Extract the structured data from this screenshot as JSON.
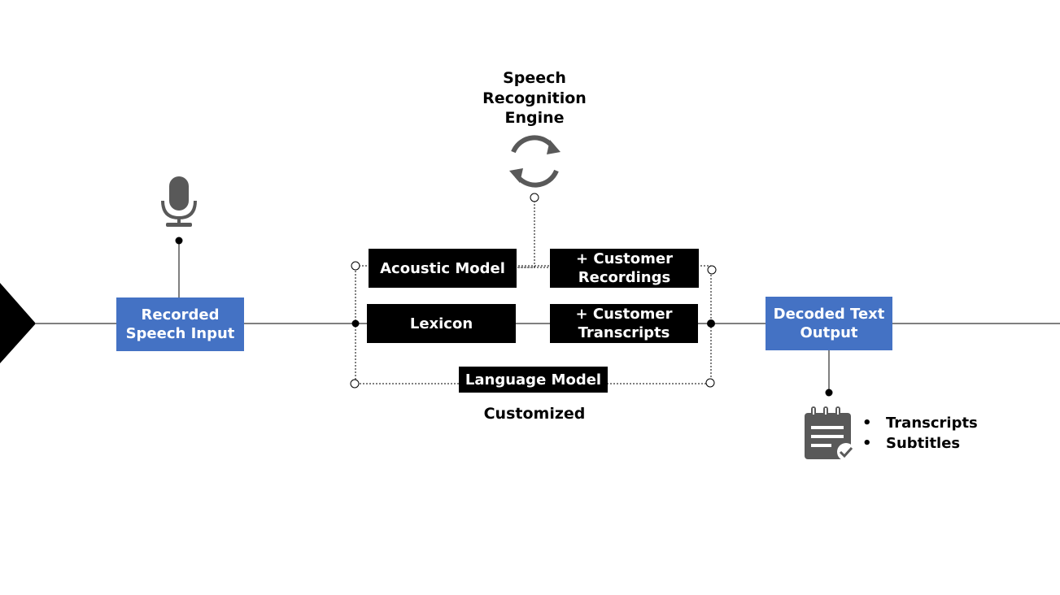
{
  "engine": {
    "title": "Speech\nRecognition\nEngine",
    "icon": "refresh-icon"
  },
  "input": {
    "label": "Recorded\nSpeech Input",
    "icon": "microphone-icon"
  },
  "models": {
    "acoustic": "Acoustic Model",
    "customer_recordings": "+ Customer\nRecordings",
    "lexicon": "Lexicon",
    "customer_transcripts": "+ Customer\nTranscripts",
    "language": "Language Model",
    "caption": "Customized"
  },
  "output": {
    "label": "Decoded Text\nOutput",
    "icon": "clipboard-check-icon",
    "items": [
      "Transcripts",
      "Subtitles"
    ]
  },
  "colors": {
    "blue_box": "#4472c4",
    "black_box": "#000000",
    "icon_gray": "#595959"
  }
}
